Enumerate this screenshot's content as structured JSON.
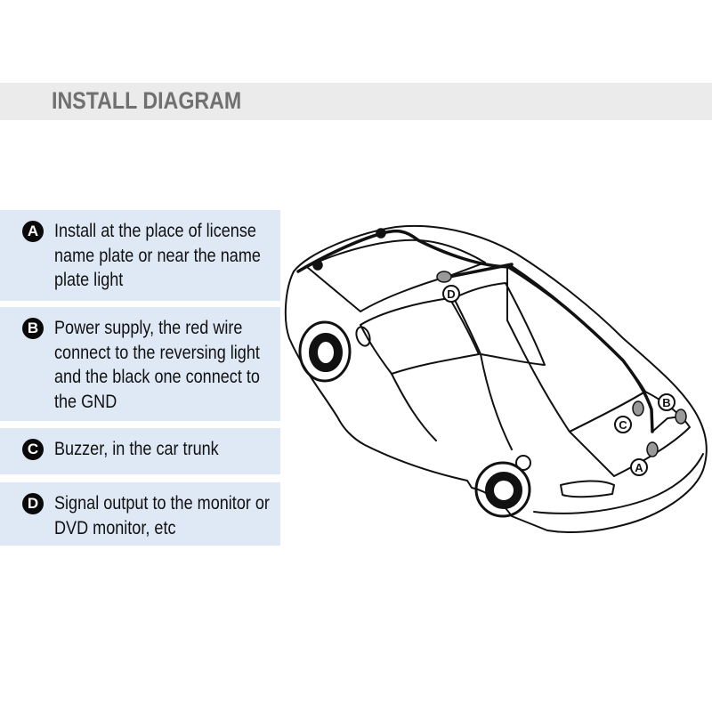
{
  "header": {
    "title": "INSTALL DIAGRAM"
  },
  "items": [
    {
      "letter": "A",
      "text": "Install at the place of license name plate or near the name plate light"
    },
    {
      "letter": "B",
      "text": "Power supply, the red wire connect to the reversing light and the black one connect to the GND"
    },
    {
      "letter": "C",
      "text": "Buzzer, in the car trunk"
    },
    {
      "letter": "D",
      "text": "Signal output to the monitor or DVD monitor, etc"
    }
  ],
  "diagram_labels": {
    "a": "A",
    "b": "B",
    "c": "C",
    "d": "D"
  },
  "colors": {
    "header_bg": "#ebebeb",
    "header_text": "#707070",
    "item_bg": "#dfe9f6",
    "badge": "#0a0a0a"
  }
}
